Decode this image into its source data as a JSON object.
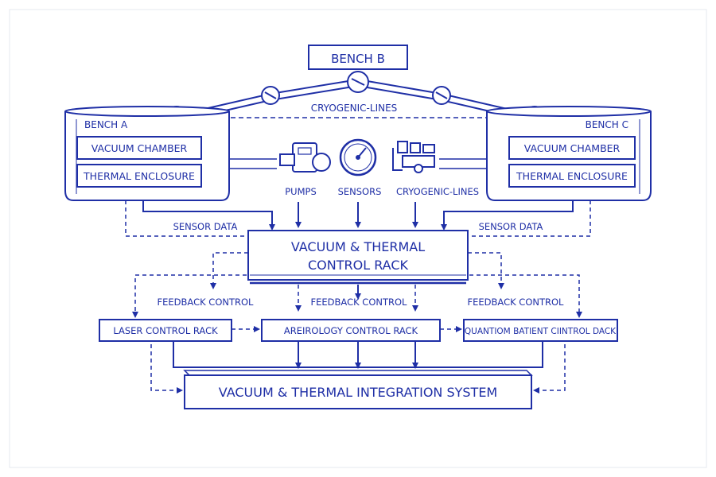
{
  "colors": {
    "ink": "#1f2fa6",
    "paper": "#ffffff",
    "frame": "#e6e8ef"
  },
  "bench_b": {
    "title": "BENCH B"
  },
  "cryo_top": {
    "label": "CRYOGENIC-LINES"
  },
  "bench_a": {
    "title": "BENCH A",
    "vacuum": "VACUUM CHAMBER",
    "thermal": "THERMAL ENCLOSURE"
  },
  "bench_c": {
    "title": "BENCH C",
    "vacuum": "VACUUM CHAMBER",
    "thermal": "THERMAL ENCLOSURE"
  },
  "components": {
    "pumps": "PUMPS",
    "sensors": "SENSORS",
    "cryo": "CRYOGENIC-LINES"
  },
  "sensor_data": {
    "left": "SENSOR DATA",
    "right": "SENSOR DATA"
  },
  "control_rack": {
    "line1": "VACUUM & THERMAL",
    "line2": "CONTROL RACK"
  },
  "feedback": {
    "left": "FEEDBACK CONTROL",
    "center": "FEEDBACK CONTROL",
    "right": "FEEDBACK CONTROL"
  },
  "racks": {
    "laser": "LASER CONTROL RACK",
    "metrology": "AREIROLOGY CONTROL RACK",
    "quantum": "QUANTIOM BATIENT CIINTROL DACK"
  },
  "integration": {
    "label": "VACUUM & THERMAL INTEGRATION SYSTEM"
  }
}
